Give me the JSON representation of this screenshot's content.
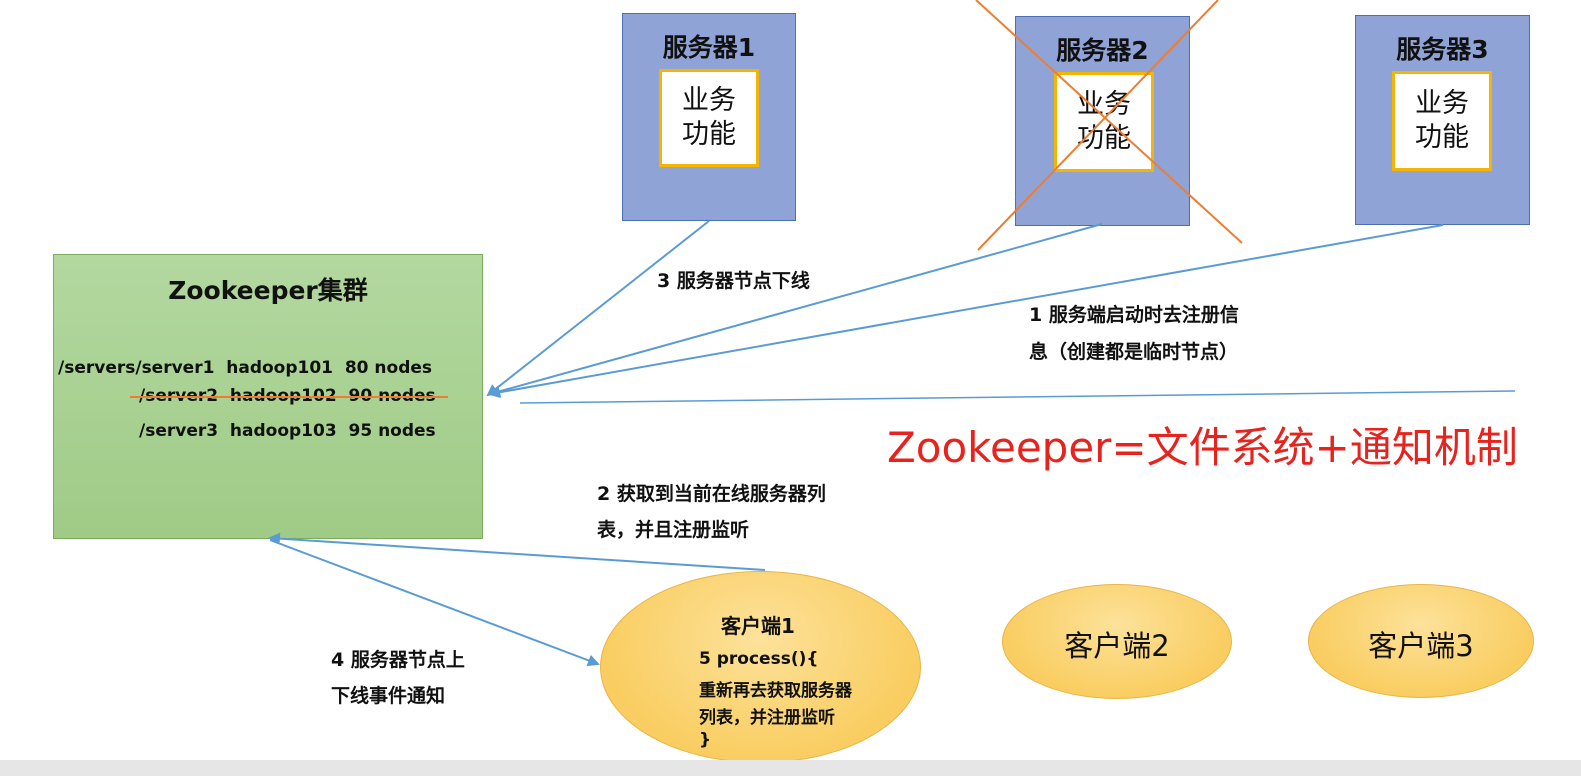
{
  "servers": [
    {
      "title": "服务器1",
      "biz_line1": "业务",
      "biz_line2": "功能"
    },
    {
      "title": "服务器2",
      "biz_line1": "业务",
      "biz_line2": "功能"
    },
    {
      "title": "服务器3",
      "biz_line1": "业务",
      "biz_line2": "功能"
    }
  ],
  "zookeeper": {
    "title": "Zookeeper集群",
    "nodes": [
      "/servers/server1  hadoop101  80 nodes",
      "/server2  hadoop102  90 nodes",
      "/server3  hadoop103  95 nodes"
    ]
  },
  "steps": {
    "step3": "3  服务器节点下线",
    "step1_line1": "1  服务端启动时去注册信",
    "step1_line2": "息（创建都是临时节点）",
    "step2_line1": "2  获取到当前在线服务器列",
    "step2_line2": "表，并且注册监听",
    "step4_line1": "4  服务器节点上",
    "step4_line2": "下线事件通知"
  },
  "headline": "Zookeeper=文件系统+通知机制",
  "clients": {
    "client1": {
      "title": "客户端1",
      "line1": "5 process(){",
      "line2": "重新再去获取服务器",
      "line3": "列表，并注册监听",
      "line4": "}"
    },
    "client2": "客户端2",
    "client3": "客户端3"
  },
  "colors": {
    "server_fill": "#8fa3d7",
    "biz_border": "#f4b400",
    "zk_fill": "#a9d18e",
    "client_fill": "#f9cd61",
    "arrow": "#5b9bd5",
    "cross": "#ed7d31",
    "headline": "#e8231e"
  }
}
